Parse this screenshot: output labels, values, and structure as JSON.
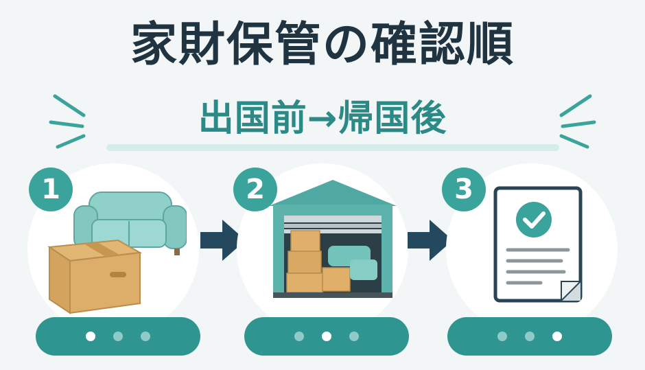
{
  "header": {
    "title": "家財保管の確認順",
    "subtitle": "出国前→帰国後"
  },
  "steps": [
    {
      "number": "1",
      "illustration": "sofa-and-box-icon",
      "dots": [
        true,
        false,
        false
      ]
    },
    {
      "number": "2",
      "illustration": "storage-unit-icon",
      "dots": [
        false,
        true,
        false
      ]
    },
    {
      "number": "3",
      "illustration": "checklist-document-icon",
      "dots": [
        false,
        false,
        true
      ]
    }
  ],
  "colors": {
    "primary": "#3aa39c",
    "pill": "#2f9590",
    "title": "#1f3340",
    "arrow": "#24495f",
    "background": "#f3f6f6"
  }
}
